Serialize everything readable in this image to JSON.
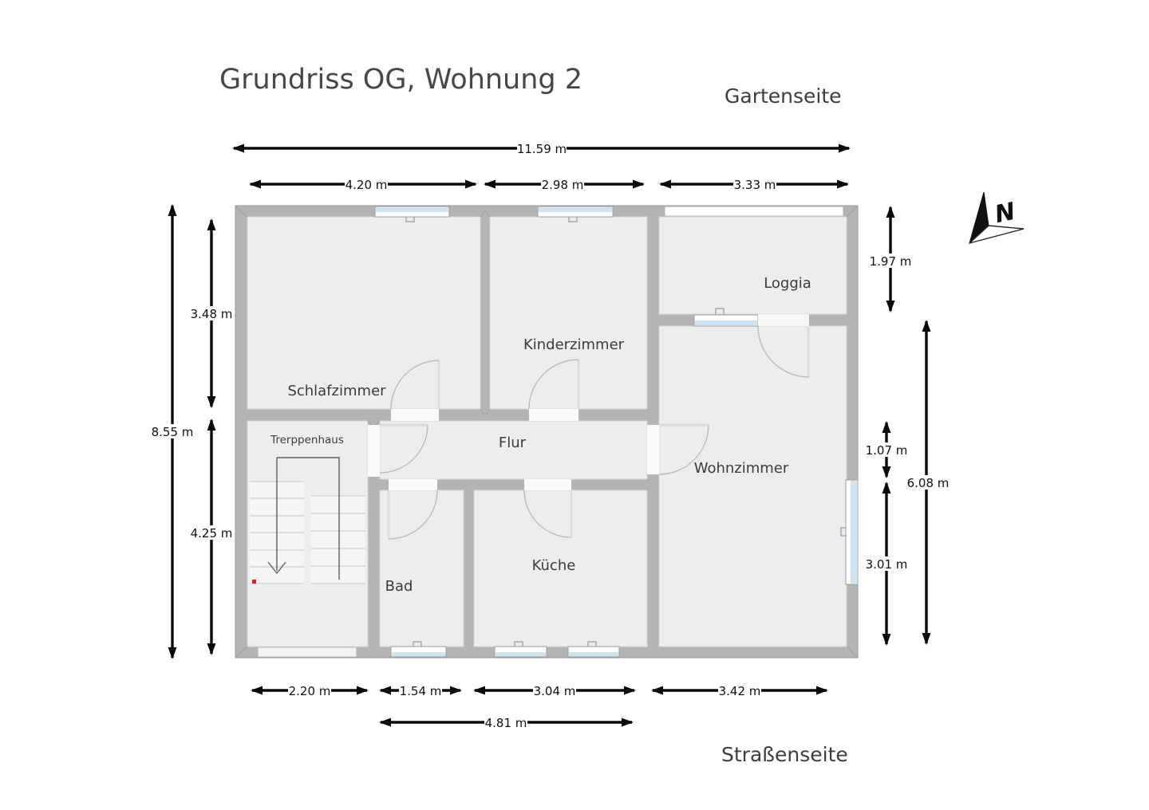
{
  "page": {
    "title": "Grundriss OG, Wohnung 2"
  },
  "orientation": {
    "garden_side": "Gartenseite",
    "street_side": "Straßenseite",
    "compass_north": "N"
  },
  "rooms": {
    "schlafzimmer": "Schlafzimmer",
    "kinderzimmer": "Kinderzimmer",
    "loggia": "Loggia",
    "flur": "Flur",
    "wohnzimmer": "Wohnzimmer",
    "treppenhaus": "Trerppenhaus",
    "bad": "Bad",
    "kueche": "Küche"
  },
  "dimensions": {
    "overall_width": "11.59 m",
    "overall_height": "8.55 m",
    "top": [
      "4.20 m",
      "2.98 m",
      "3.33 m"
    ],
    "left": [
      "3.48 m",
      "4.25 m"
    ],
    "right": [
      "1.97 m",
      "1.07 m",
      "3.01 m"
    ],
    "right_total": "6.08 m",
    "bottom": [
      "2.20 m",
      "1.54 m",
      "3.04 m",
      "3.42 m"
    ],
    "bottom_total": "4.81 m"
  },
  "colors": {
    "wall": "#b4b4b4",
    "floor": "#ededed",
    "window_glass": "#cfe4ee",
    "stair_marker": "#e02020",
    "dimension": "#0a0a0a"
  }
}
